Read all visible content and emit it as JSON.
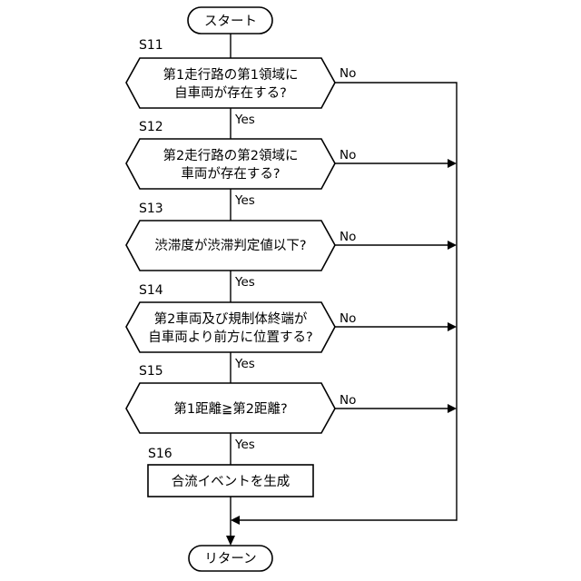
{
  "start": {
    "label": "スタート"
  },
  "end": {
    "label": "リターン"
  },
  "branch_labels": {
    "yes": "Yes",
    "no": "No"
  },
  "steps": [
    {
      "id": "S11",
      "type": "decision",
      "lines": [
        "第1走行路の第1領域に",
        "自車両が存在する?"
      ]
    },
    {
      "id": "S12",
      "type": "decision",
      "lines": [
        "第2走行路の第2領域に",
        "車両が存在する?"
      ]
    },
    {
      "id": "S13",
      "type": "decision",
      "lines": [
        "渋滞度が渋滞判定値以下?"
      ]
    },
    {
      "id": "S14",
      "type": "decision",
      "lines": [
        "第2車両及び規制体終端が",
        "自車両より前方に位置する?"
      ]
    },
    {
      "id": "S15",
      "type": "decision",
      "lines": [
        "第1距離≧第2距離?"
      ]
    },
    {
      "id": "S16",
      "type": "process",
      "lines": [
        "合流イベントを生成"
      ]
    }
  ]
}
